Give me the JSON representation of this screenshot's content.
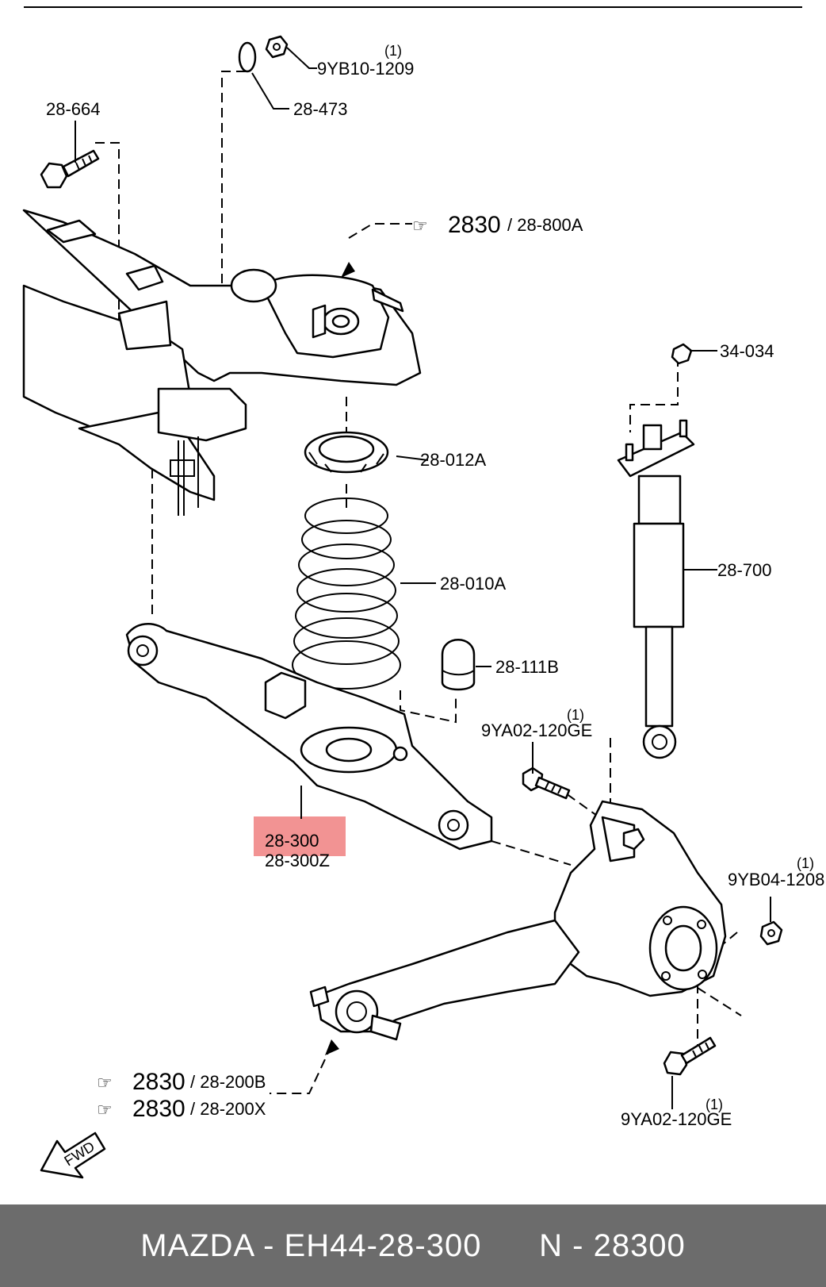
{
  "labels": {
    "nut_top": "9YB10-1209",
    "nut_top_qty": "(1)",
    "washer": "28-473",
    "bolt_left": "28-664",
    "crossmember_ref": "2830",
    "crossmember_part": "/ 28-800A",
    "mount_nut": "34-034",
    "spring_seat": "28-012A",
    "spring": "28-010A",
    "shock": "28-700",
    "bump_stop": "28-111B",
    "bolt_mid": "9YA02-120GE",
    "bolt_mid_qty": "(1)",
    "arm_part": "28-300",
    "arm_part_alt": "28-300Z",
    "nut_right": "9YB04-1208",
    "nut_right_qty": "(1)",
    "trail_ref_1": "2830",
    "trail_part_1": "/ 28-200B",
    "trail_ref_2": "2830",
    "trail_part_2": "/ 28-200X",
    "bolt_bottom": "9YA02-120GE",
    "bolt_bottom_qty": "(1)",
    "fwd": "FWD"
  },
  "footer": {
    "text": "MAZDA - EH44-28-300      N - 28300"
  },
  "colors": {
    "footer_bg": "#6c6c6c",
    "highlight": "#f08080"
  }
}
